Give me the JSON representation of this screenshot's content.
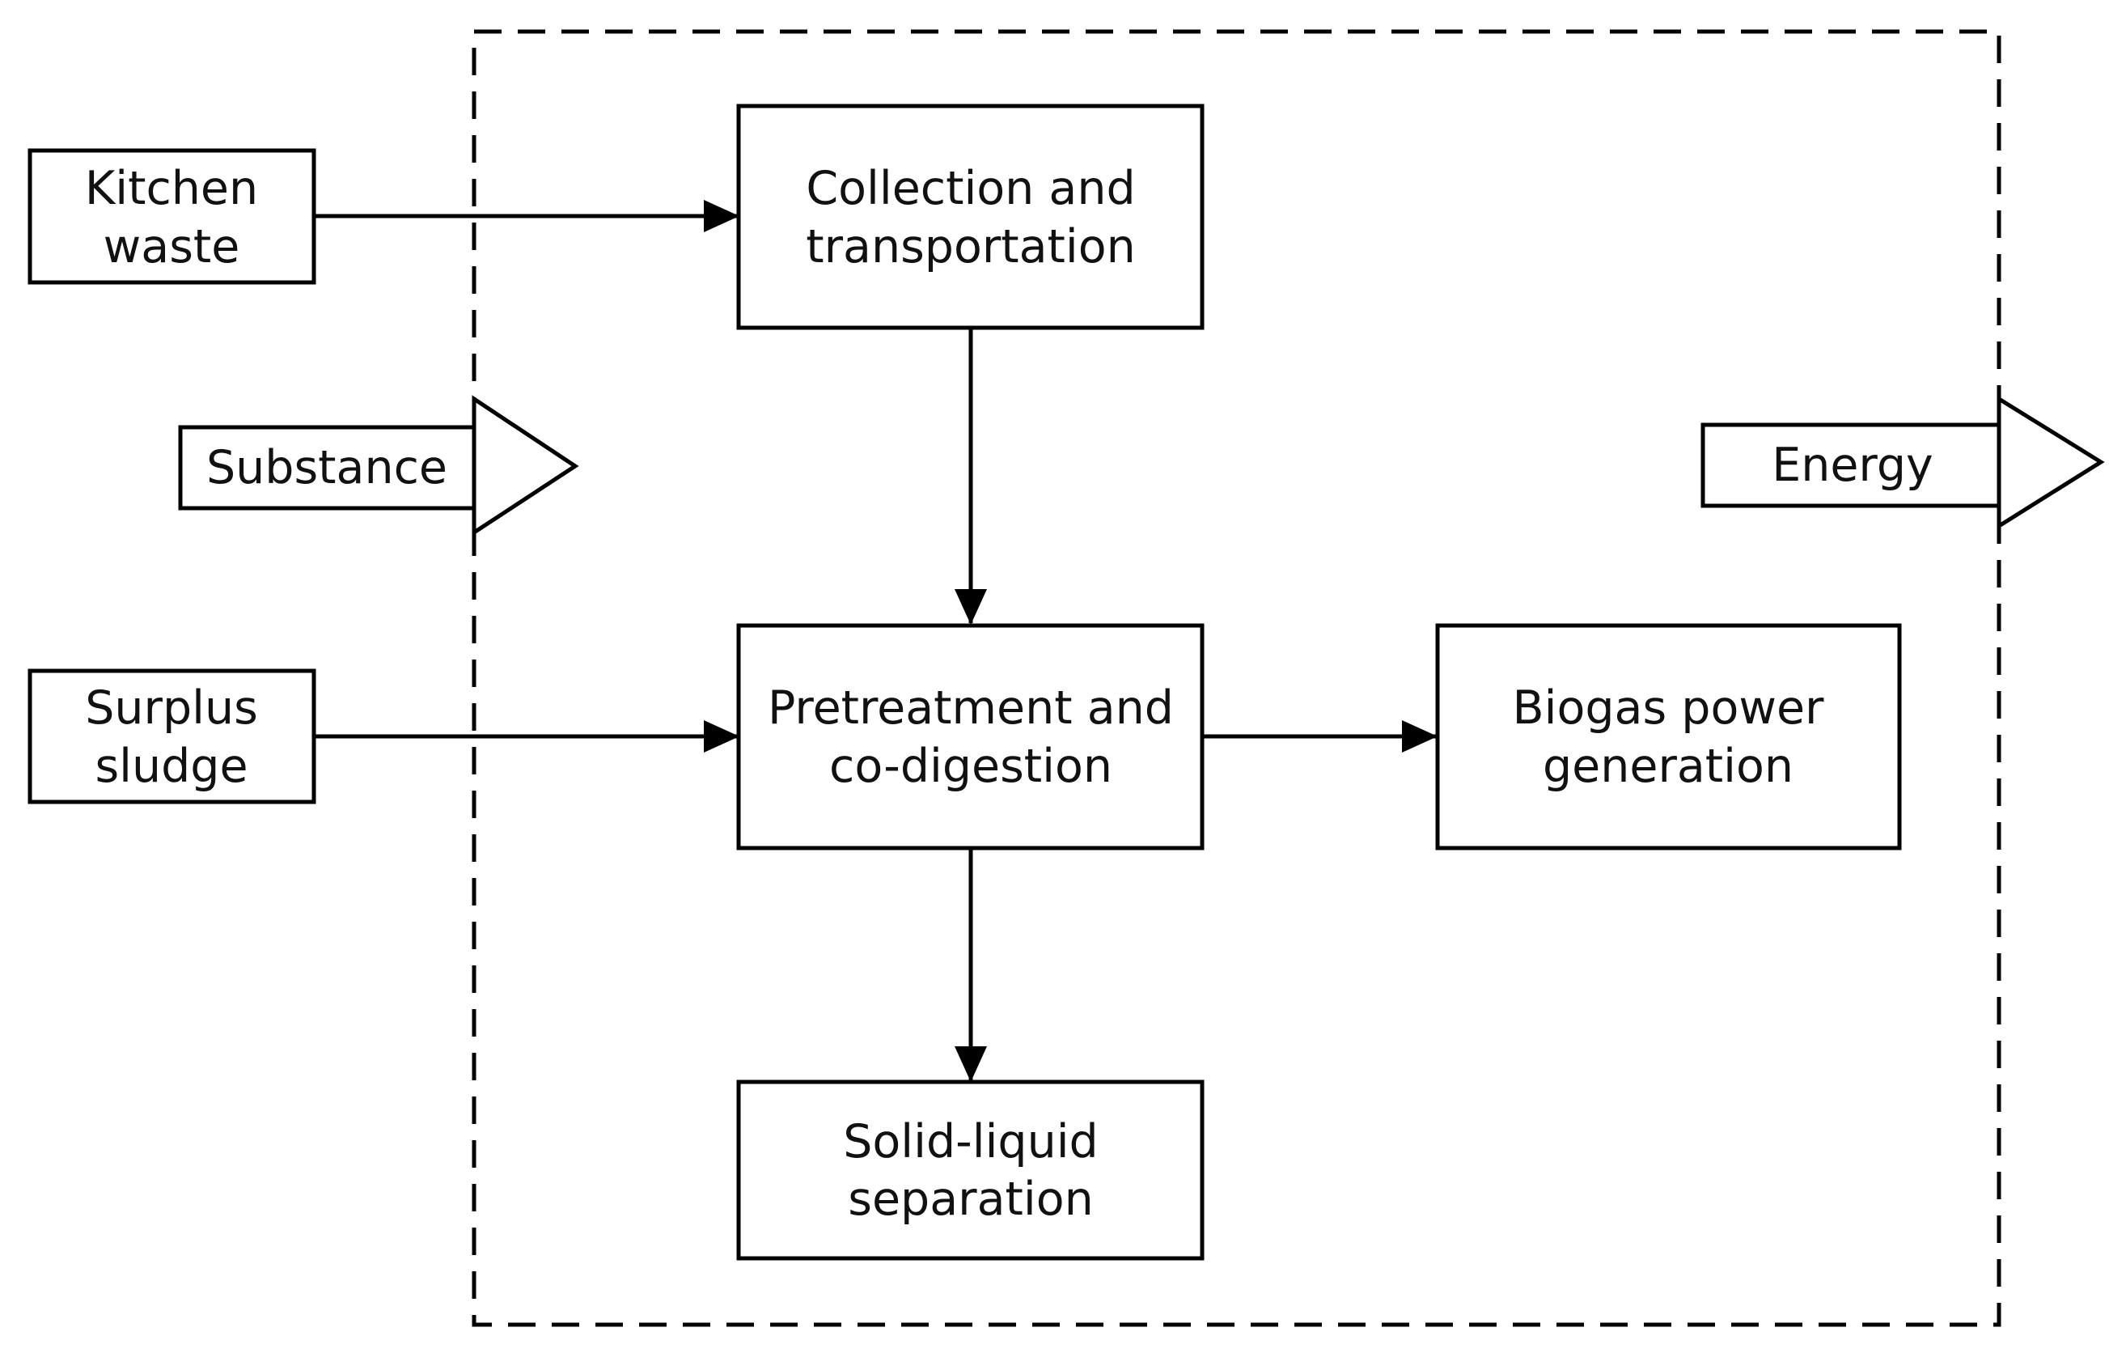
{
  "diagram": {
    "nodes": {
      "kitchen_waste": {
        "line1": "Kitchen",
        "line2": "waste"
      },
      "surplus_sludge": {
        "line1": "Surplus",
        "line2": "sludge"
      },
      "collection": {
        "line1": "Collection and",
        "line2": "transportation"
      },
      "pretreatment": {
        "line1": "Pretreatment and",
        "line2": "co-digestion"
      },
      "biogas": {
        "line1": "Biogas power",
        "line2": "generation"
      },
      "separation": {
        "line1": "Solid-liquid",
        "line2": "separation"
      }
    },
    "boundary_arrows": {
      "substance": "Substance",
      "energy": "Energy"
    }
  }
}
